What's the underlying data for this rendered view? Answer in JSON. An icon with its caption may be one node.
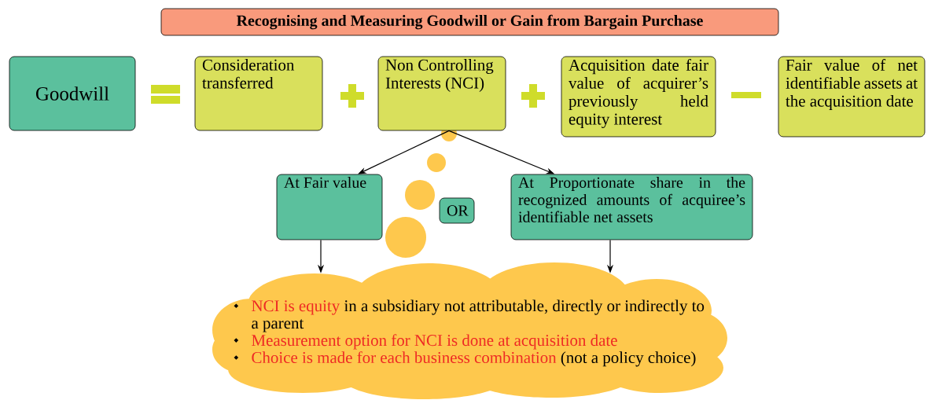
{
  "diagram": {
    "title": "Recognising and Measuring Goodwill or Gain from Bargain Purchase",
    "nodes": [
      {
        "text": [
          "Goodwill"
        ]
      },
      {
        "text": [
          "Consideration transferred"
        ]
      },
      {
        "text": [
          "Non Controlling Interests (NCI)"
        ]
      },
      {
        "text": [
          "Acquisition date fair value of acquirer’s previously held equity interest"
        ]
      },
      {
        "text": [
          "Fair value of net identifiable assets at the acquisition date"
        ]
      },
      {
        "text": [
          "At Fair value"
        ]
      },
      {
        "text": [
          "OR"
        ]
      },
      {
        "text": [
          "At Proportionate share in the recognized amounts of acquiree’s identifiable net assets"
        ]
      },
      {
        "text": [
          "NCI is equity",
          "in a subsidiary not attributable, directly or indirectly to a parent",
          "Measurement option for NCI is done at acquisition date",
          "Choice is made for each business combination",
          "(not a policy choice)"
        ]
      }
    ],
    "edges": [
      {
        "from": 2,
        "to": 5,
        "arrow": "to"
      },
      {
        "from": 2,
        "to": 7,
        "arrow": "to"
      },
      {
        "from": 5,
        "to": 8,
        "arrow": "to"
      },
      {
        "from": 7,
        "to": 8,
        "arrow": "to"
      }
    ]
  }
}
